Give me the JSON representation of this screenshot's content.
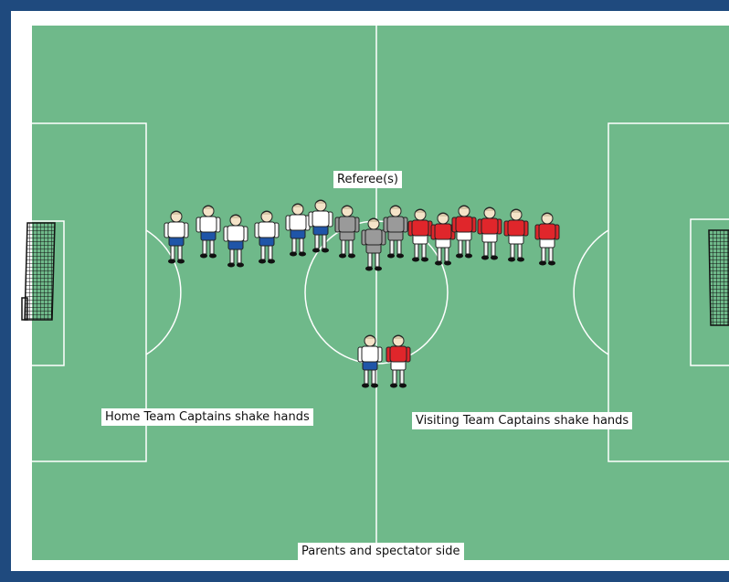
{
  "labels": {
    "referees": "Referee(s)",
    "home_captains": "Home Team Captains shake hands",
    "visiting_captains": "Visiting Team Captains shake hands",
    "spectator_side": "Parents and spectator side"
  },
  "colors": {
    "background_border": "#1f4a7e",
    "pitch": "#6fb98a",
    "lines": "#ffffff",
    "home_shirt": "#ffffff",
    "home_shorts": "#1f55a8",
    "visiting_shirt": "#e0262b",
    "visiting_shorts": "#ffffff",
    "referee_kit": "#9a9a9a"
  },
  "teams": {
    "home_lineup_count": 6,
    "referee_count": 3,
    "visiting_lineup_count": 6
  }
}
